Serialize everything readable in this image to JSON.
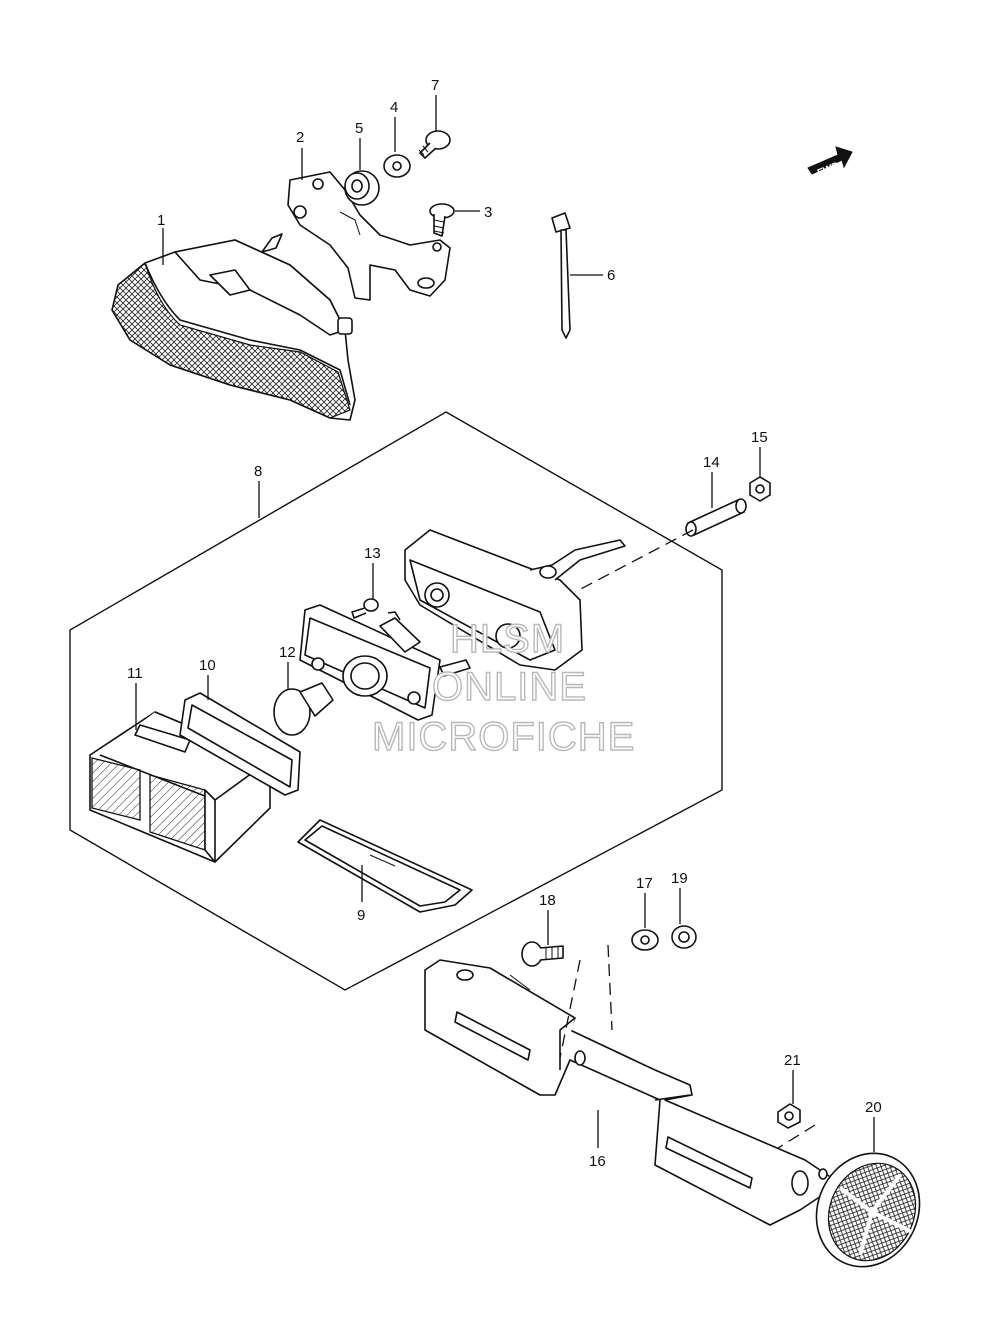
{
  "diagram": {
    "direction_badge": "FWD",
    "watermark": [
      "HLSM",
      "ONLINE",
      "MICROFICHE"
    ],
    "callouts": [
      {
        "id": "1",
        "label": "1"
      },
      {
        "id": "2",
        "label": "2"
      },
      {
        "id": "3",
        "label": "3"
      },
      {
        "id": "4",
        "label": "4"
      },
      {
        "id": "5",
        "label": "5"
      },
      {
        "id": "6",
        "label": "6"
      },
      {
        "id": "7",
        "label": "7"
      },
      {
        "id": "8",
        "label": "8"
      },
      {
        "id": "9",
        "label": "9"
      },
      {
        "id": "10",
        "label": "10"
      },
      {
        "id": "11",
        "label": "11"
      },
      {
        "id": "12",
        "label": "12"
      },
      {
        "id": "13",
        "label": "13"
      },
      {
        "id": "14",
        "label": "14"
      },
      {
        "id": "15",
        "label": "15"
      },
      {
        "id": "16",
        "label": "16"
      },
      {
        "id": "17",
        "label": "17"
      },
      {
        "id": "18",
        "label": "18"
      },
      {
        "id": "19",
        "label": "19"
      },
      {
        "id": "20",
        "label": "20"
      },
      {
        "id": "21",
        "label": "21"
      }
    ]
  }
}
